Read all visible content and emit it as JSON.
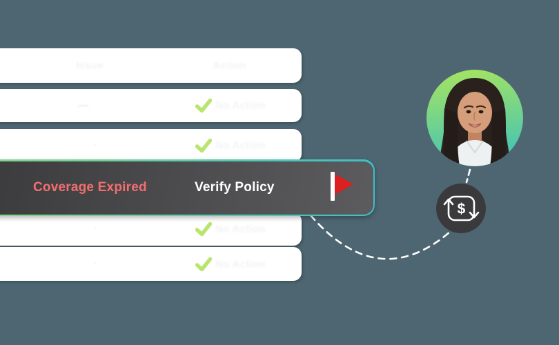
{
  "canvas": {
    "background_color": "#4d6671"
  },
  "checklist": {
    "header": {
      "issue_label": "Issue",
      "action_label": "Action"
    },
    "check_color": "#b9e56f",
    "rows": [
      {
        "name": "row-2",
        "placeholder": "—",
        "status": "No Action"
      },
      {
        "name": "row-3",
        "placeholder": "·",
        "status": "No Action"
      },
      {
        "name": "row-5",
        "placeholder": "·",
        "status": "No Action"
      },
      {
        "name": "row-6",
        "placeholder": "·",
        "status": "No Action"
      }
    ]
  },
  "alert_row": {
    "issue_text": "Coverage Expired",
    "action_text": "Verify Policy",
    "issue_color": "#f36e6e",
    "action_color": "#ffffff",
    "flag_color": "#dc1f1f",
    "background_gradient": [
      "#3b3b3d",
      "#5c5c5e"
    ],
    "border_gradient": [
      "#8bd487",
      "#3cc0c8"
    ]
  },
  "avatar": {
    "gradient_top": "#a9e55e",
    "gradient_bottom": "#46c4b3"
  },
  "currency_icon": {
    "symbol": "$",
    "circle_color": "#3a3a3c",
    "glyph_color": "#ffffff"
  },
  "connector": {
    "color": "#ffffff",
    "style": "dashed"
  }
}
